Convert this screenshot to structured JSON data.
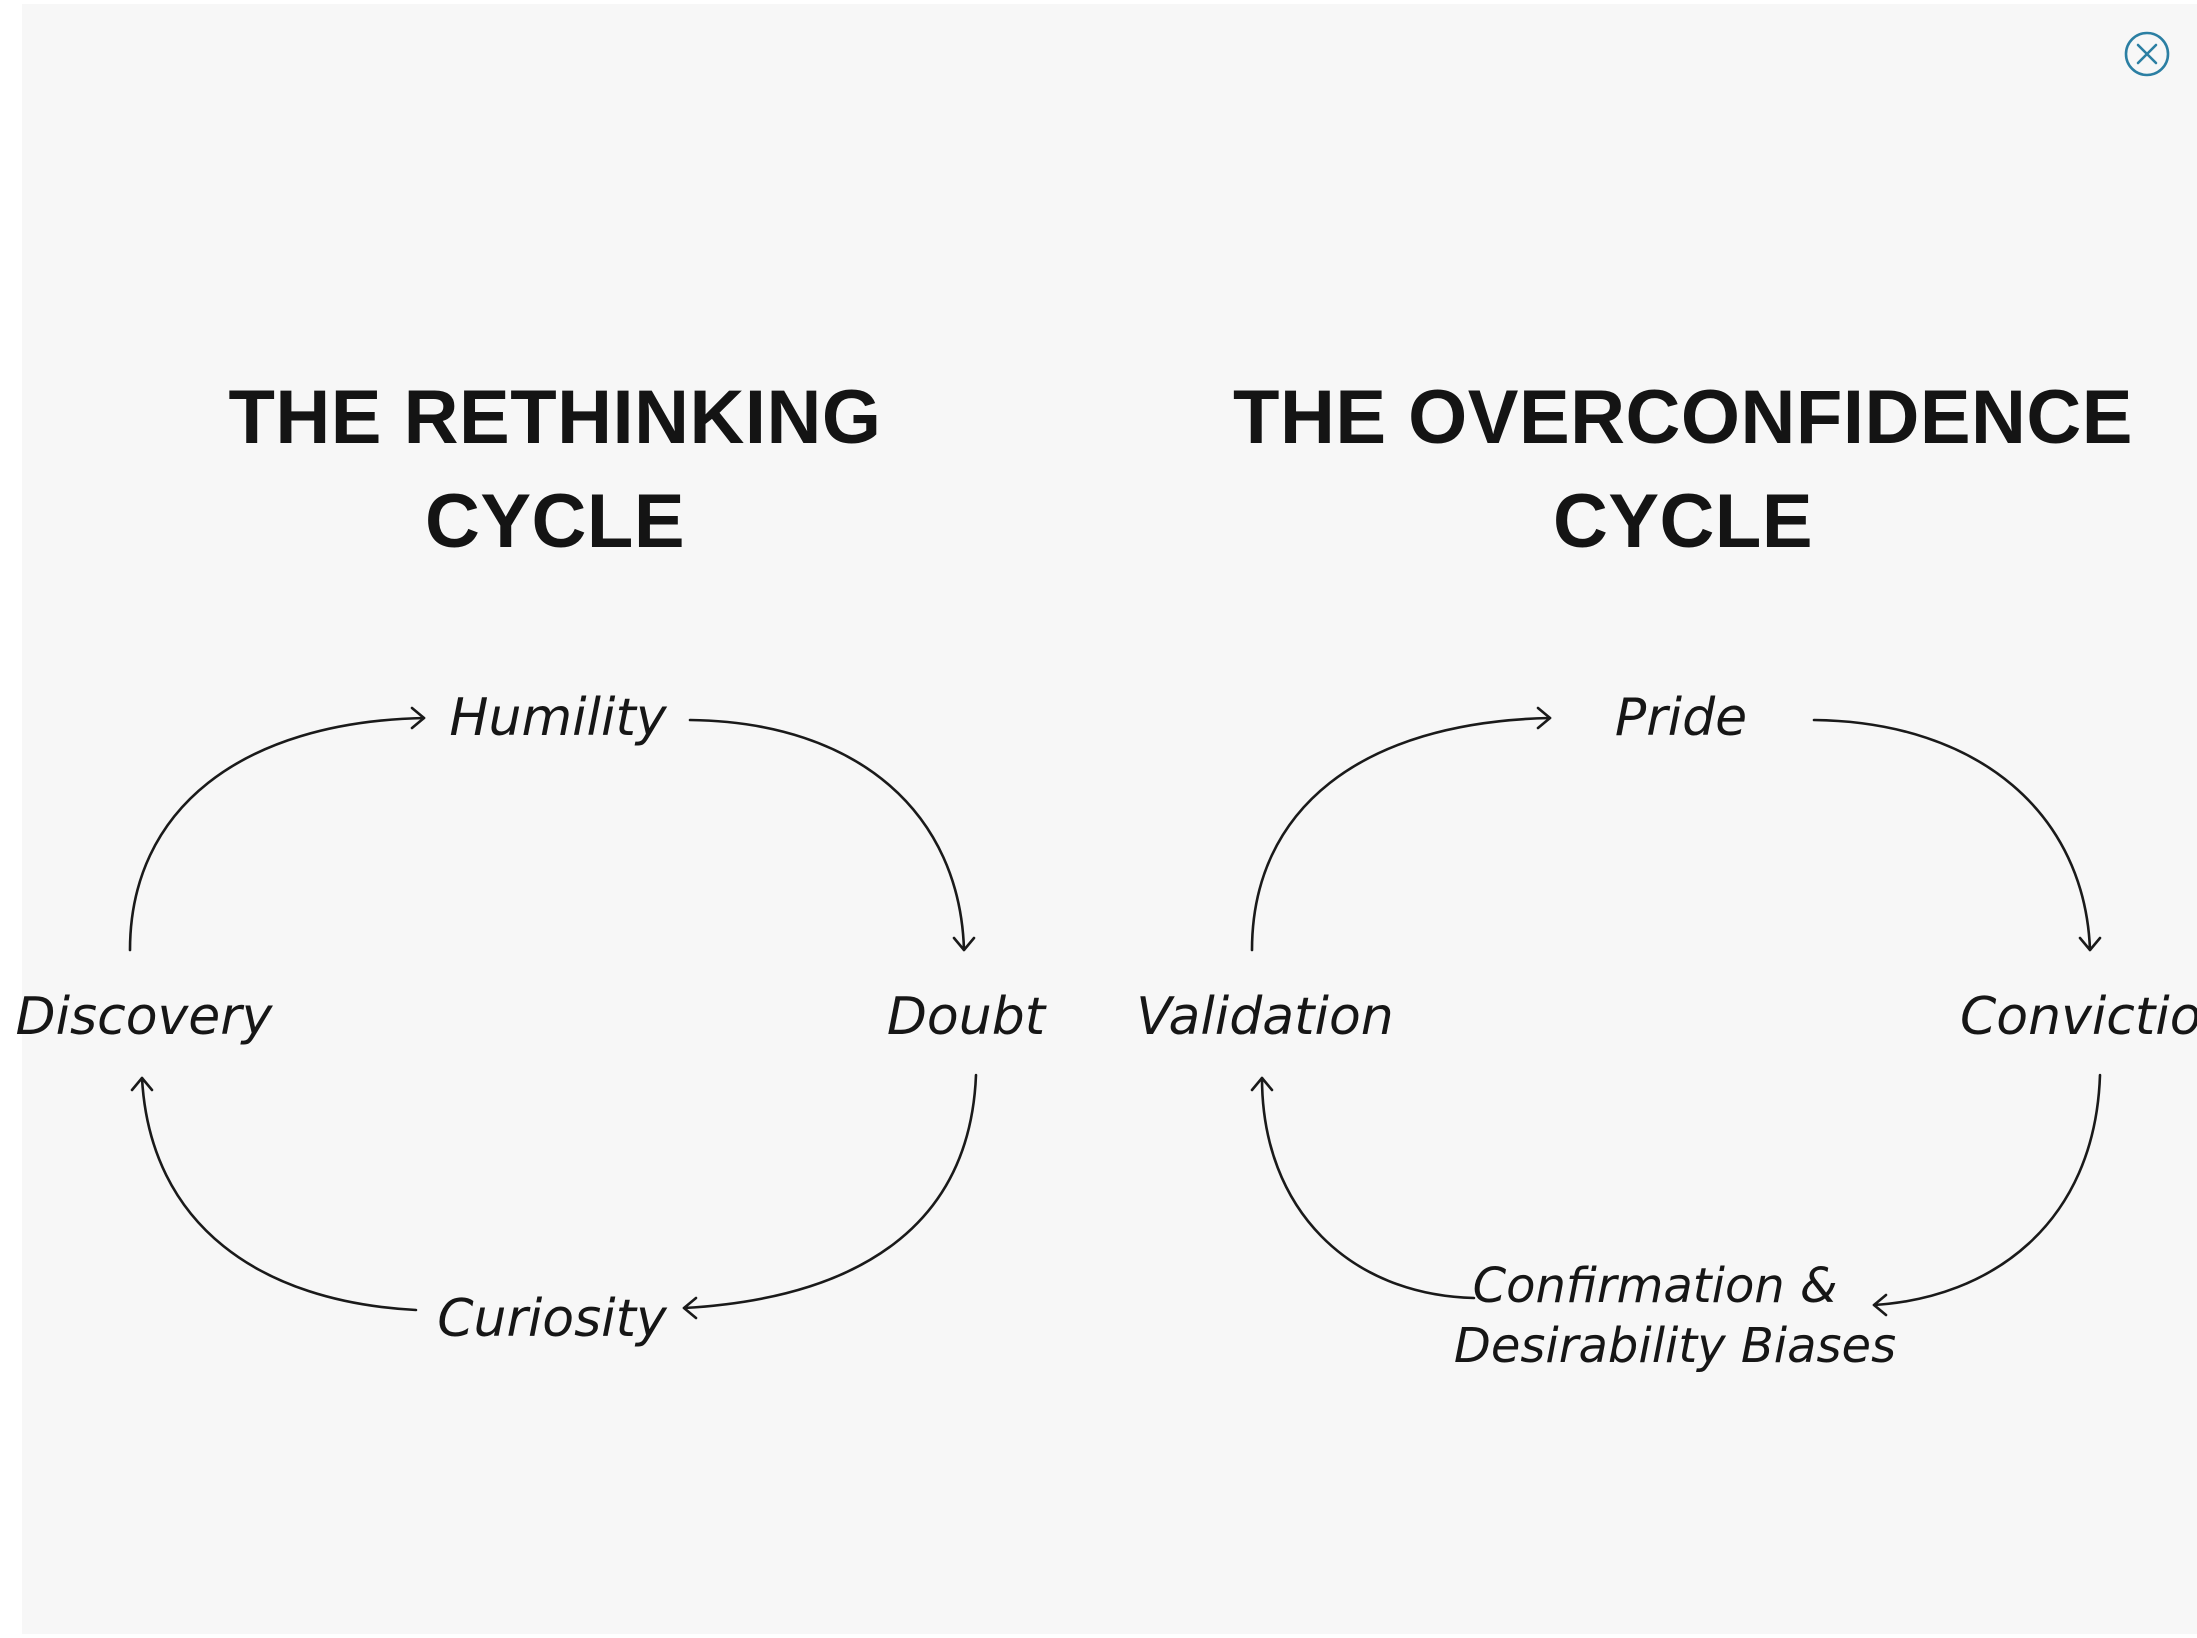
{
  "close_icon": "close-circle-icon",
  "colors": {
    "background": "#f7f7f7",
    "text": "#141414",
    "close_icon": "#2b7fa3"
  },
  "rethinking": {
    "title_line1": "THE RETHINKING",
    "title_line2": "CYCLE",
    "nodes": {
      "top": "Humility",
      "right": "Doubt",
      "bottom": "Curiosity",
      "left": "Discovery"
    }
  },
  "overconfidence": {
    "title_line1": "THE OVERCONFIDENCE",
    "title_line2": "CYCLE",
    "nodes": {
      "top": "Pride",
      "right": "Conviction",
      "bottom_line1": "Confirmation &",
      "bottom_line2": "Desirability Biases",
      "left": "Validation"
    }
  }
}
